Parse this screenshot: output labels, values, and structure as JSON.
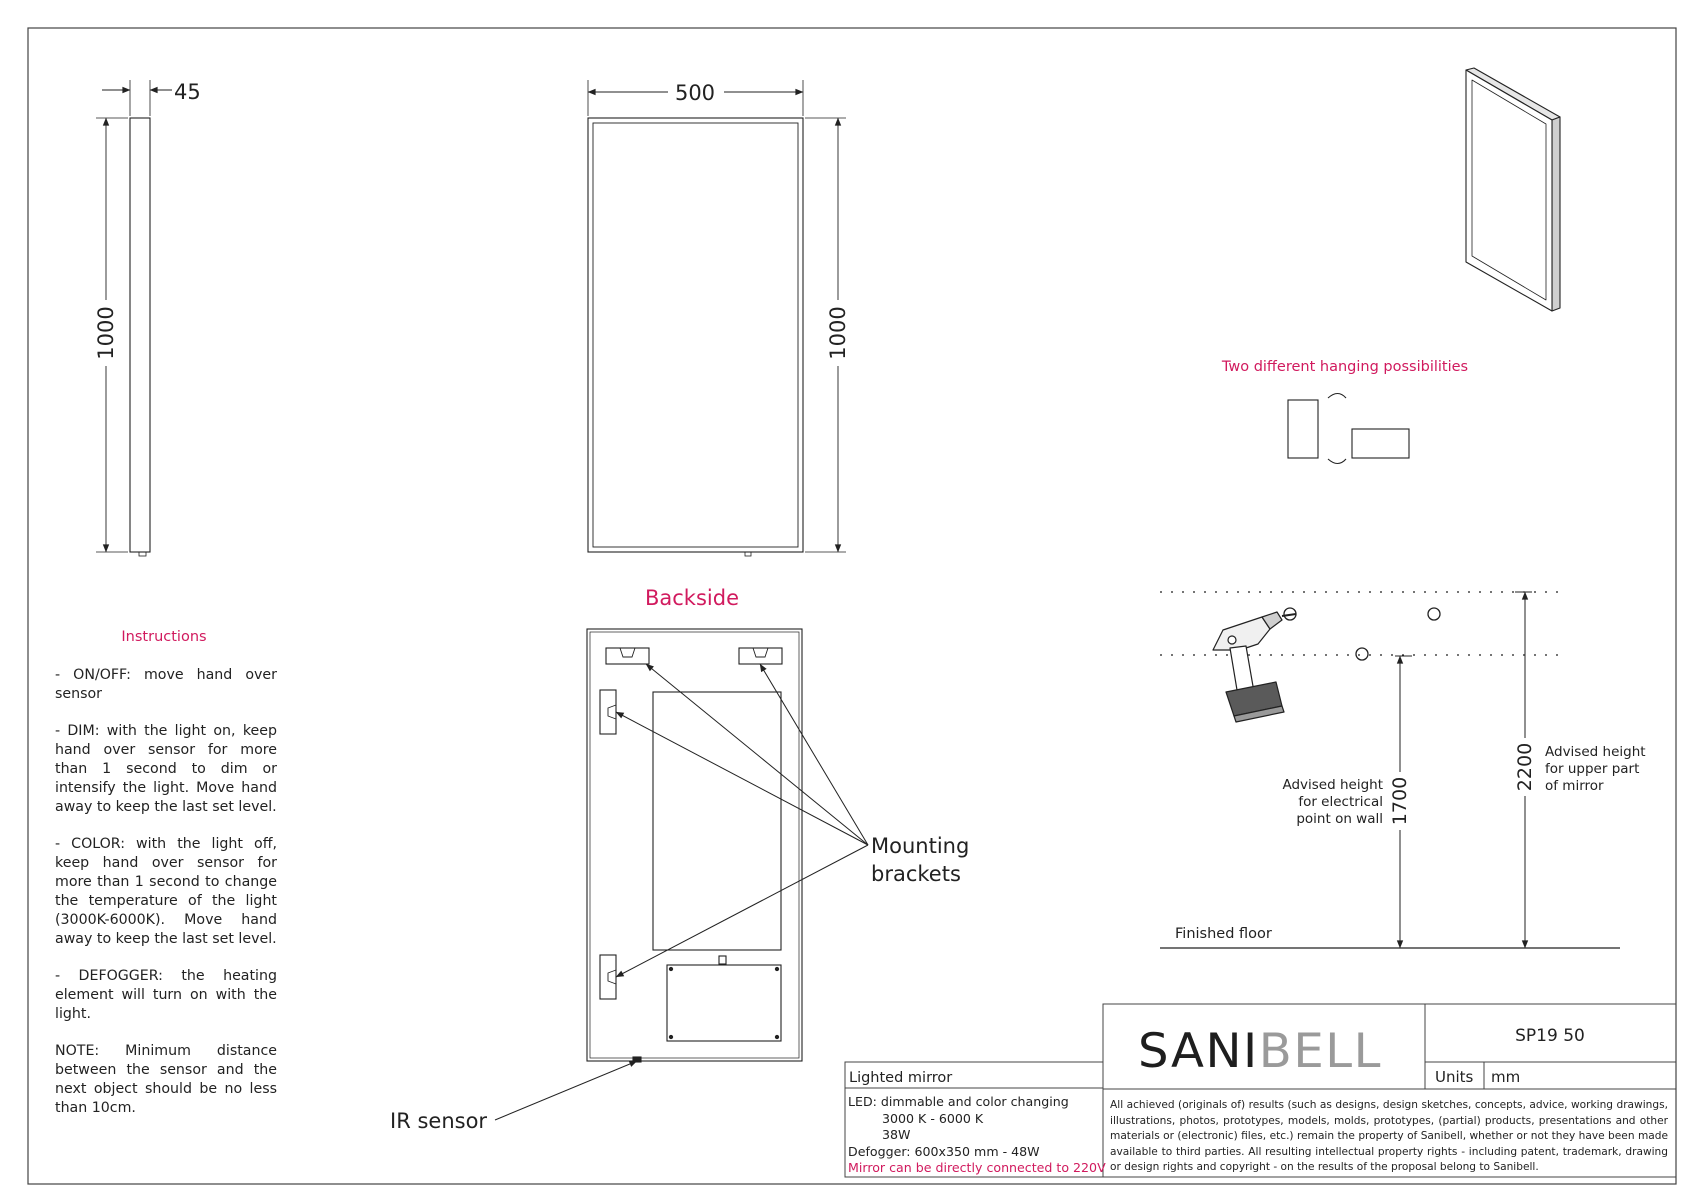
{
  "side_view": {
    "width_dim": "45",
    "height_dim": "1000"
  },
  "front_view": {
    "width_dim": "500",
    "height_dim": "1000"
  },
  "backside": {
    "title": "Backside",
    "mounting_label": [
      "Mounting",
      "brackets"
    ],
    "ir_label": "IR sensor"
  },
  "hanging": {
    "caption": "Two different hanging possibilities"
  },
  "installation": {
    "electrical_dim": "1700",
    "upper_dim": "2200",
    "electrical_label": [
      "Advised height",
      "for electrical",
      "point on wall"
    ],
    "upper_label": [
      "Advised height",
      "for upper part",
      "of mirror"
    ],
    "floor_label": "Finished floor"
  },
  "instructions": {
    "title": "Instructions",
    "items": [
      "- ON/OFF: move hand over sensor",
      "- DIM: with the light on, keep hand over sensor for more than 1 second to dim or intensify the light. Move hand away to keep the last set level.",
      "- COLOR: with the light off, keep hand over sensor for more than 1 second to change the temperature of the light (3000K-6000K). Move hand away to keep the last set level.",
      "- DEFOGGER: the heating element will turn on with the light.",
      "NOTE: Minimum distance between the sensor and the next object should be no less than 10cm."
    ]
  },
  "title_block": {
    "logo_dark": "SANI",
    "logo_light": "BELL",
    "product_code": "SP19 50",
    "units_label": "Units",
    "units_value": "mm",
    "product_name": "Lighted mirror",
    "desc": {
      "led": "LED: dimmable and color changing",
      "temp": "3000 K - 6000 K",
      "watt": "38W",
      "defogger": "Defogger: 600x350 mm - 48W",
      "note": "Mirror can be directly connected to 220V"
    },
    "legal": "All achieved (originals of) results (such as designs, design sketches, concepts, advice, working drawings, illustrations, photos, prototypes, models, molds, prototypes, (partial) products, presentations and other materials or (electronic) files, etc.) remain the property of Sanibell, whether or not they have been made available to third parties. All resulting intellectual property rights - including patent, trademark, drawing or design rights and copyright - on the results of the proposal belong to Sanibell."
  },
  "colors": {
    "accent": "#d11a5e",
    "line": "#222222",
    "logo_light": "#9a9a9a"
  }
}
